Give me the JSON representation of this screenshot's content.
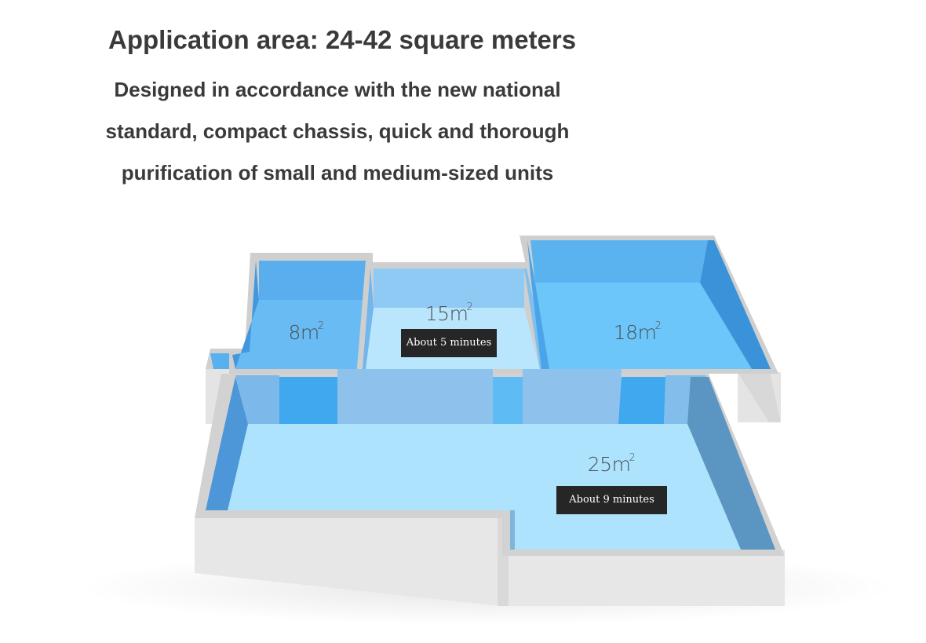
{
  "header": {
    "title": "Application area: 24-42 square meters",
    "description_lines": [
      "Designed in accordance with the new national",
      "standard, compact chassis, quick and thorough",
      "purification of small and medium-sized units"
    ]
  },
  "rooms": [
    {
      "area": "8m",
      "unit_sup": "2"
    },
    {
      "area": "15m",
      "unit_sup": "2",
      "time": "About 5 minutes"
    },
    {
      "area": "18m",
      "unit_sup": "2"
    },
    {
      "area": "25m",
      "unit_sup": "2",
      "time": "About 9 minutes"
    }
  ],
  "colors": {
    "text": "#3a3a3a",
    "water_dark": "#3d9ee8",
    "water_light": "#aee2fb",
    "wall": "#e6e6e6",
    "badge": "#262626"
  }
}
